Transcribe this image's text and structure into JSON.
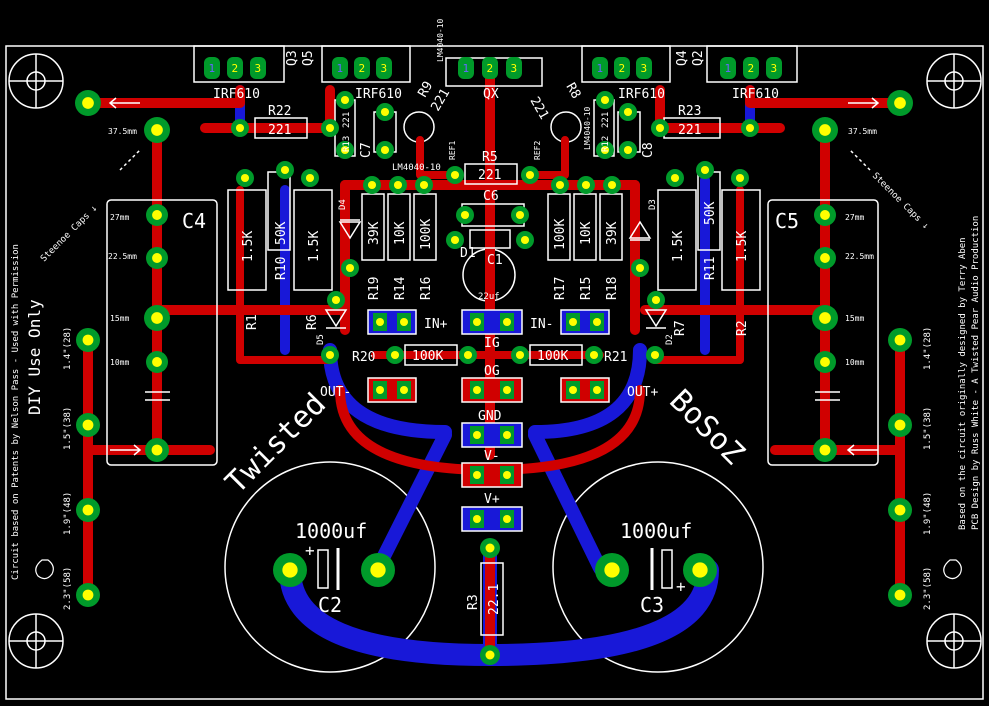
{
  "board": {
    "colors": {
      "background": "#000000",
      "top_copper": "#d00000",
      "bottom_copper": "#1818d8",
      "pad": "#009a2a",
      "pad_hole": "#ffff00",
      "silkscreen": "#ffffff"
    },
    "transistors": {
      "q3": "Q3",
      "q5": "Q5",
      "q4": "Q4",
      "q2": "Q2",
      "qx": "QX",
      "irf_left": "IRF610",
      "irf_mid_left": "IRF610",
      "irf_mid_right": "IRF610",
      "irf_right": "IRF610"
    },
    "pins": {
      "p1": "1",
      "p2": "2",
      "p3": "3"
    },
    "resistors": {
      "r22": "R22",
      "r22_val": "221",
      "r23": "R23",
      "r23_val": "221",
      "r13": "R13",
      "r13_val": "221",
      "r12": "R12",
      "r12_val": "221",
      "r9": "R9",
      "r9_val": "221",
      "r8": "R8",
      "r8_val": "221",
      "r5": "R5",
      "r5_val": "221",
      "r10": "R10",
      "r10_val": "50K",
      "r11": "R11",
      "r11_val": "50K",
      "r_1_5k": "1.5K",
      "r1": "R1",
      "r6": "R6",
      "r7": "R7",
      "r2": "R2",
      "r19": "R19",
      "r14": "R14",
      "r16": "R16",
      "r17": "R17",
      "r15": "R15",
      "r18": "R18",
      "v39k": "39K",
      "v10k": "10K",
      "v100k": "100K",
      "r20": "R20",
      "r21": "R21",
      "v100k_b": "100K",
      "r3": "R3",
      "r3_val": "22.1"
    },
    "caps": {
      "c4": "C4",
      "c5": "C5",
      "c6": "C6",
      "c7": "C7",
      "c8": "C8",
      "c1": "C1",
      "c1_val": "22uf",
      "c2": "C2",
      "c3": "C3",
      "big_val": "1000uf"
    },
    "diodes": {
      "d1": "D1",
      "d2": "D2",
      "d3": "D3",
      "d4": "D4",
      "d5": "D5"
    },
    "refs": {
      "lm_left": "LM4040-10",
      "lm_mid": "LM4040-10",
      "lm_right": "LM4040-10",
      "ref1": "REF1",
      "ref2": "REF2"
    },
    "connectors": {
      "in_plus": "IN+",
      "in_minus": "IN-",
      "ig": "IG",
      "og": "OG",
      "out_minus": "OUT-",
      "out_plus": "OUT+",
      "gnd": "GND",
      "v_minus": "V-",
      "v_plus": "V+"
    },
    "mounting": {
      "spacing_37": "37.5mm",
      "spacing_27": "27mm",
      "spacing_22": "22.5mm",
      "spacing_15": "15mm",
      "spacing_10": "10mm",
      "steenoe_left": "Steenoe Caps ↓",
      "steenoe_right": "Steenoe Caps ↓",
      "h1": "1.4\"(28)",
      "h2": "1.5\"(38)",
      "h3": "1.9\"(48)",
      "h4": "2.3\"(58)"
    },
    "branding": {
      "left_line1": "Circuit based on Patents by Nelson Pass - Used with Permission",
      "left_line2": "DIY Use Only",
      "right_line1": "Based on the circuit originally designed by Terry Aben",
      "right_line2": "PCB Design by Russ White - A Twisted Pear Audio Production",
      "twisted": "Twisted",
      "bosoz": "BoSoZ"
    }
  }
}
